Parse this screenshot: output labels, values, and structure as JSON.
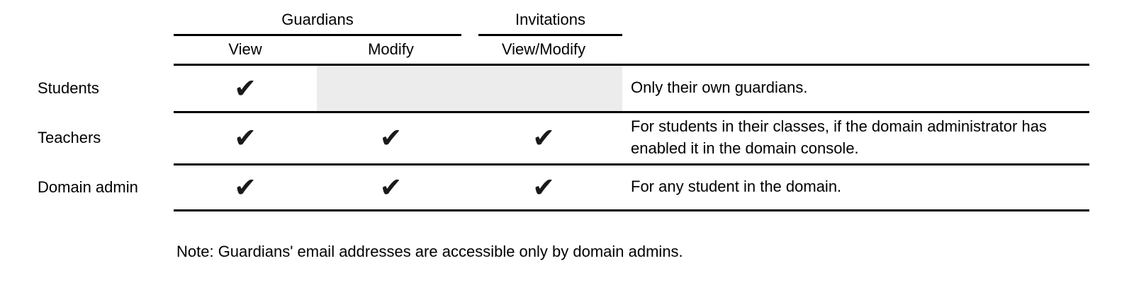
{
  "colors": {
    "background": "#ffffff",
    "text": "#000000",
    "line": "#000000",
    "check": "#1a1a1a",
    "disabled-cell": "#ececec"
  },
  "icons": {
    "check": "✔"
  },
  "table": {
    "group_headers": [
      {
        "label": "Guardians"
      },
      {
        "label": "Invitations"
      }
    ],
    "column_headers": [
      "View",
      "Modify",
      "View/Modify"
    ],
    "rows": [
      {
        "role": "Students",
        "guardians_view": true,
        "guardians_modify": false,
        "invitations_view_modify": false,
        "note": "Only their own guardians."
      },
      {
        "role": "Teachers",
        "guardians_view": true,
        "guardians_modify": true,
        "invitations_view_modify": true,
        "note": "For students in their classes, if the domain administrator has enabled it in the domain console."
      },
      {
        "role": "Domain admin",
        "guardians_view": true,
        "guardians_modify": true,
        "invitations_view_modify": true,
        "note": "For any student in the domain."
      }
    ]
  },
  "footnote": "Note: Guardians' email addresses are accessible only by domain admins."
}
